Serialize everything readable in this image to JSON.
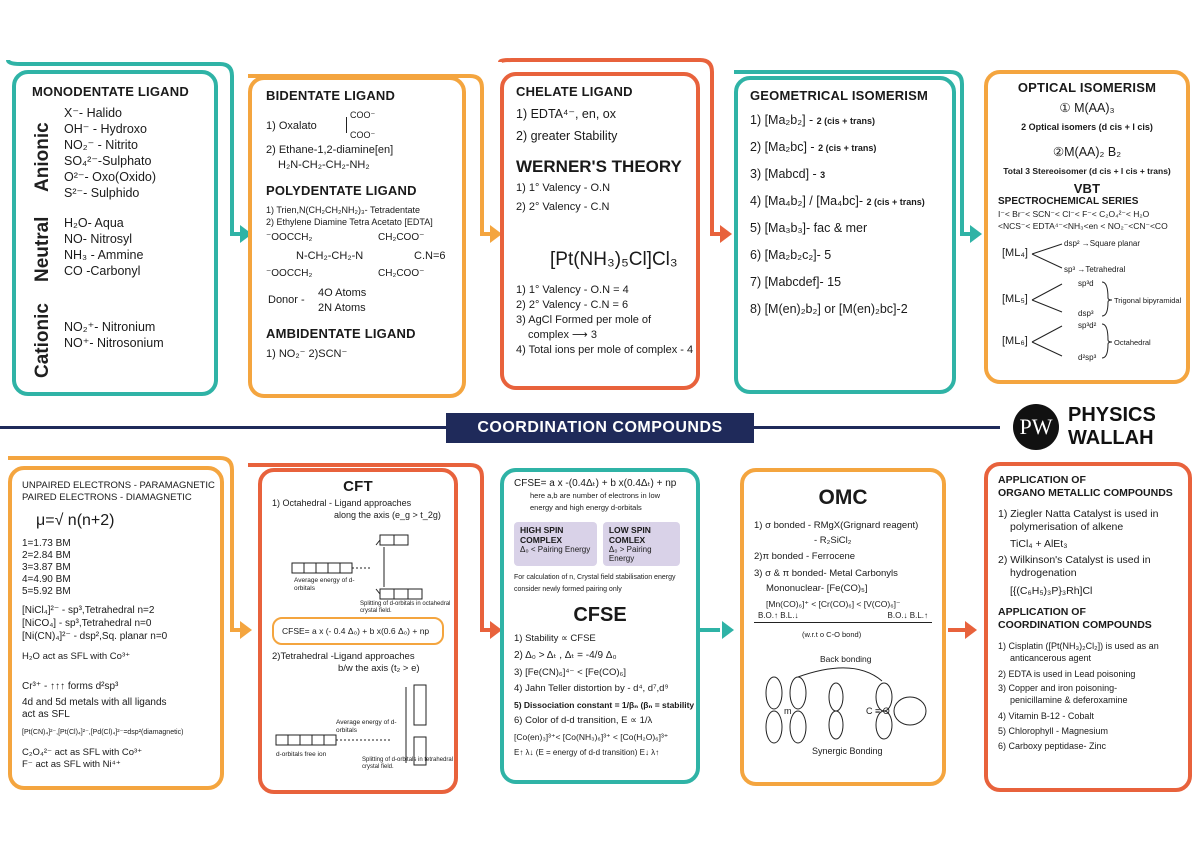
{
  "banner": "COORDINATION COMPOUNDS",
  "brand": {
    "logo_letters": "PW",
    "line1": "PHYSICS",
    "line2": "WALLAH"
  },
  "monodentate": {
    "title": "MONODENTATE LIGAND",
    "side_labels": [
      "Anionic",
      "Neutral",
      "Cationic"
    ],
    "anionic": [
      "X⁻- Halido",
      "OH⁻ - Hydroxo",
      "NO₂⁻ - Nitrito",
      "SO₄²⁻-Sulphato",
      "O²⁻- Oxo(Oxido)",
      "S²⁻- Sulphido"
    ],
    "neutral": [
      "H₂O- Aqua",
      "NO- Nitrosyl",
      "NH₃ - Ammine",
      "CO -Carbonyl"
    ],
    "cationic": [
      "NO₂⁺- Nitronium",
      "NO⁺- Nitrosonium"
    ]
  },
  "bidentate": {
    "title": "BIDENTATE LIGAND",
    "l1": "1) Oxalato",
    "coo1": "COO⁻",
    "coo2": "COO⁻",
    "l2": "2) Ethane-1,2-diamine[en]",
    "l2b": "H₂N-CH₂-CH₂-NH₂",
    "poly_title": "POLYDENTATE LIGAND",
    "p1": "1) Trien,N(CH₂CH₂NH₂)₃- Tetradentate",
    "p2": "2) Ethylene Diamine Tetra Acetato [EDTA]",
    "edta_a": "⁻OOCCH₂",
    "edta_b": "CH₂COO⁻",
    "edta_c": "N-CH₂-CH₂-N",
    "edta_d": "⁻OOCCH₂",
    "edta_e": "CH₂COO⁻",
    "cn": "C.N=6",
    "donor": "Donor -",
    "donor1": "4O Atoms",
    "donor2": "2N Atoms",
    "amb_title": "AMBIDENTATE LIGAND",
    "amb": "1) NO₂⁻  2)SCN⁻"
  },
  "chelate": {
    "title": "CHELATE LIGAND",
    "c1": "1)  EDTA⁴⁻, en, ox",
    "c2": "2)  greater Stability",
    "werner": "WERNER'S THEORY",
    "w1": "1) 1° Valency - O.N",
    "w2": "2) 2° Valency - C.N",
    "formula": "[Pt(NH₃)₅Cl]Cl₃",
    "f1": "1) 1° Valency - O.N = 4",
    "f2": "2) 2° Valency - C.N = 6",
    "f3": "3) AgCl Formed per mole of",
    "f3b": "complex ⟶ 3",
    "f4": "4) Total ions per mole  of complex - 4"
  },
  "geometrical": {
    "title": "GEOMETRICAL ISOMERISM",
    "items": [
      {
        "main": "1)  [Ma₂b₂]  - ",
        "note": "2 (cis + trans)"
      },
      {
        "main": "2)  [Ma₂bc]  - ",
        "note": "2 (cis + trans)"
      },
      {
        "main": "3)  [Mabcd]  - ",
        "note": "3"
      },
      {
        "main": "4)  [Ma₄b₂] / [Ma₄bc]- ",
        "note": "2 (cis + trans)"
      },
      {
        "main": "5)  [Ma₃b₃]- fac & mer",
        "note": ""
      },
      {
        "main": "6)  [Ma₂b₂c₂]- 5",
        "note": ""
      },
      {
        "main": "7)  [Mabcdef]- 15",
        "note": ""
      },
      {
        "main": "8)  [M(en)₂b₂] or [M(en)₂bc]-2",
        "note": ""
      }
    ]
  },
  "optical": {
    "title": "OPTICAL ISOMERISM",
    "o1": "① M(AA)₃",
    "o1n": "2 Optical isomers (d cis + l cis)",
    "o2": "②M(AA)₂ B₂",
    "o2n": "Total 3 Stereoisomer  (d cis + l cis + trans)",
    "vbt": "VBT",
    "spec": "SPECTROCHEMICAL SERIES",
    "series1": "I⁻< Br⁻< SCN⁻< Cl⁻< F⁻< C₂O₄²⁻< H₂O",
    "series2": "<NCS⁻< EDTA⁴⁻<NH₃<en < NO₂⁻<CN⁻<CO",
    "ml4": "[ML₄]",
    "ml4a": "dsp² →Square planar",
    "ml4b": "sp³ →Tetrahedral",
    "ml5": "[ML₅]",
    "ml5a": "sp³d",
    "ml5b": "dsp³",
    "ml5c": "Trigonal bipyramidal",
    "ml6": "[ML₆]",
    "ml6a": "sp³d²",
    "ml6b": "d²sp³",
    "ml6c": "Octahedral"
  },
  "magnetic": {
    "l1": "UNPAIRED ELECTRONS - PARAMAGNETIC",
    "l2": "PAIRED ELECTRONS - DIAMAGNETIC",
    "mu": "μ=√ n(n+2)",
    "bm": [
      "1=1.73 BM",
      "2=2.84 BM",
      "3=3.87 BM",
      "4=4.90 BM",
      "5=5.92 BM"
    ],
    "c1": "[NiCl₄]²⁻ - sp³,Tetrahedral n=2",
    "c2": "[NiCO₄] - sp³,Tetrahedral n=0",
    "c3": "[Ni(CN)₄]²⁻ - dsp²,Sq. planar n=0",
    "c4": "H₂O act as SFL with Co³⁺",
    "cr": "Cr³⁺ - ↑↑↑ forms d²sp³",
    "c5": "4d and 5d metals with all ligands",
    "c6": "act as SFL",
    "c7": "[Pt(CN)₄]²⁻,[Pt(Cl)₄]²⁻,[Pd(Cl)₄]²⁻=dsp²(diamagnetic)",
    "c8": "C₂O₄²⁻ act as SFL with Co³⁺",
    "c9": "F⁻ act as SFL with Ni⁴⁺"
  },
  "cft": {
    "title": "CFT",
    "l1": "1) Octahedral - Ligand approaches",
    "l1b": "along the axis (e_g > t_2g)",
    "avg": "Average energy of d-orbitals",
    "split1": "Splitting of d-orbitals in octahedral crystal field.",
    "cfse": "CFSE= a x (- 0.4 Δ₀) + b x(0.6 Δ₀) + np",
    "l2": "2)Tetrahedral -Ligand approaches",
    "l2b": "b/w the axis (t₂ > e)",
    "free": "d-orbitals free ion",
    "avg2": "Average energy of d-orbitals",
    "split2": "Splitting of d-orbitals in tetrahedral crystal field."
  },
  "cfse": {
    "formula": "CFSE= a x -(0.4Δₜ) + b x(0.4Δₜ)   + np",
    "n1": "here a,b are number of electrons in low",
    "n2": "energy and high energy d-orbitals",
    "high": "HIGH SPIN COMPLEX",
    "high2": "Δ₀ < Pairing Energy",
    "low": "LOW SPIN COMLEX",
    "low2": "Δ₀ > Pairing Energy",
    "n3": "For calculation of n, Crystal field stabilisation energy",
    "n4": "consider newly formed pairing only",
    "title": "CFSE",
    "s1": "1) Stability ∝ CFSE",
    "s2": "2) Δ₀ > Δₜ ,  Δₜ = -4/9 Δ₀",
    "s3": "3) [Fe(CN)₆]⁴⁻ < [Fe(CO)₆]",
    "s4": "4) Jahn Teller distortion by - d⁴, d⁷,d⁹",
    "s5": "5) Dissociation constant = 1/βₙ (βₙ = stability constant)",
    "s6": "6) Color of d-d transition,     E ∝ 1/λ",
    "s7": "[Co(en)₃]³⁺< [Co(NH₃)₆]³⁺ < [Co(H₂O)₆]³⁺",
    "s8": "E↑ λ↓ (E = energy of d-d transition)   E↓ λ↑"
  },
  "omc": {
    "title": "OMC",
    "o1": "1) σ bonded - RMgX(Grignard reagent)",
    "o1b": "- R₂SiCl₂",
    "o2": "2)π bonded - Ferrocene",
    "o3": "3)  σ & π bonded- Metal Carbonyls",
    "o3b": "Mononuclear- [Fe(CO)₅]",
    "o3c": "[Mn(CO)₆]⁺ < [Cr(CO)₆] < [V(CO)₆]⁻",
    "bo1": "B.O.↑ B.L.↓",
    "bo2": "B.O.↓ B.L.↑",
    "bo3": "(w.r.t o C-O bond)",
    "back": "Back bonding",
    "syn": "Synergic Bonding",
    "m": "m",
    "co": "C ≡ O"
  },
  "applications": {
    "t1": "APPLICATION OF",
    "t1b": "ORGANO METALLIC COMPOUNDS",
    "a1": "1) Ziegler Natta Catalyst is used in",
    "a1b": "polymerisation of alkene",
    "a1c": "TiCl₄ + AlEt₃",
    "a2": "2)  Wilkinson's Catalyst is used in",
    "a2b": "hydrogenation",
    "a2c": "[{(C₆H₅)₃P}₃Rh]Cl",
    "t2": "APPLICATION OF",
    "t2b": "COORDINATION COMPOUNDS",
    "b1": "1) Cisplatin  ([Pt(NH₃)₂Cl₂]) is used as an",
    "b1b": "anticancerous agent",
    "b2": "2) EDTA is used in Lead poisoning",
    "b3": "3) Copper and iron poisoning-",
    "b3b": "penicillamine & deferoxamine",
    "b4": "4) Vitamin B-12 - Cobalt",
    "b5": "5) Chlorophyll - Magnesium",
    "b6": "6) Carboxy peptidase- Zinc"
  },
  "colors": {
    "teal": "#2fb3a6",
    "orange": "#f4a53f",
    "red": "#e8623c",
    "navy": "#1f2a5a"
  }
}
